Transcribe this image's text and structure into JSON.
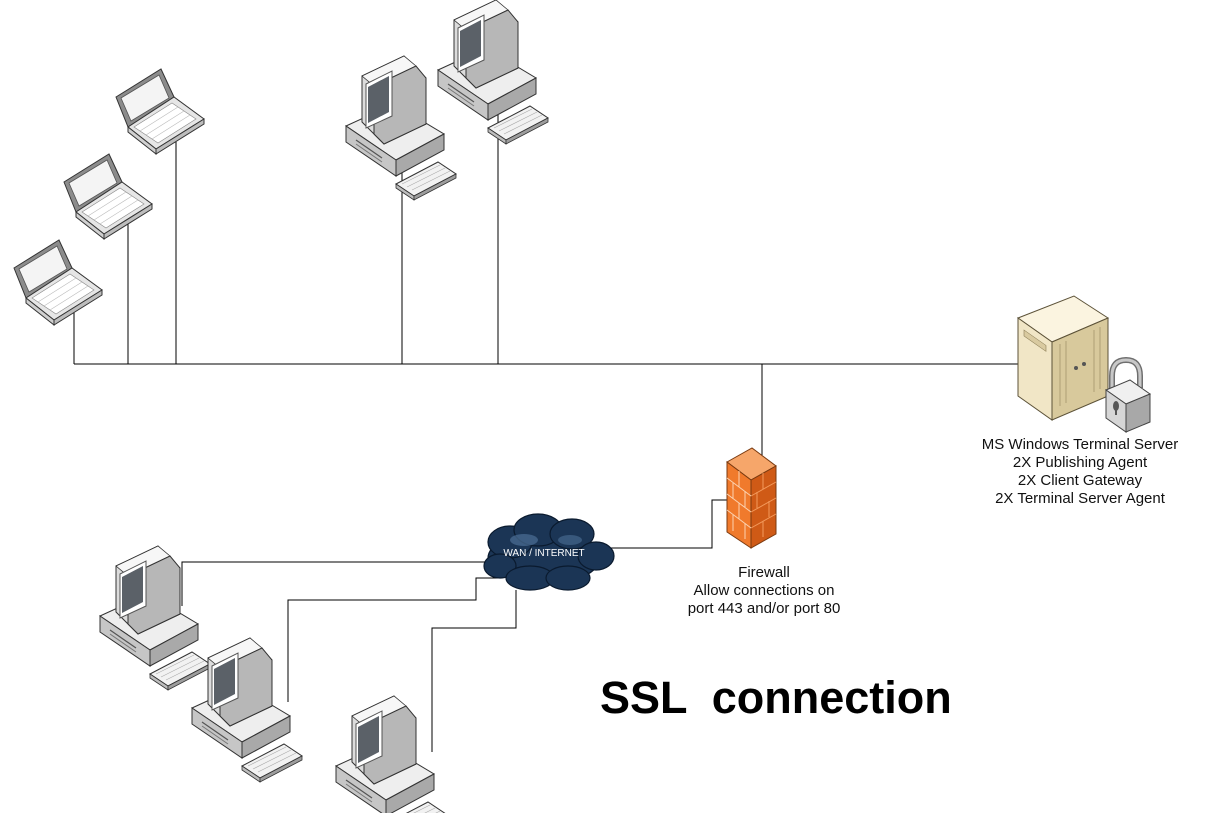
{
  "title": "SSL  connection",
  "cloud": {
    "label": "WAN / INTERNET"
  },
  "firewall": {
    "label_lines": [
      "Firewall",
      "Allow connections on",
      "port 443 and/or port 80"
    ]
  },
  "server": {
    "label_lines": [
      "MS Windows Terminal Server",
      "2X Publishing Agent",
      "2X Client Gateway",
      "2X Terminal Server Agent"
    ]
  },
  "icons": {
    "laptop": "laptop-icon",
    "desktop": "desktop-computer-icon",
    "server": "server-tower-icon",
    "lock": "padlock-icon",
    "firewall": "firewall-icon",
    "cloud": "cloud-icon"
  },
  "colors": {
    "firewall": "#f07a2c",
    "cloud": "#1b3555",
    "server": "#f1e6c6",
    "line": "#000000"
  }
}
